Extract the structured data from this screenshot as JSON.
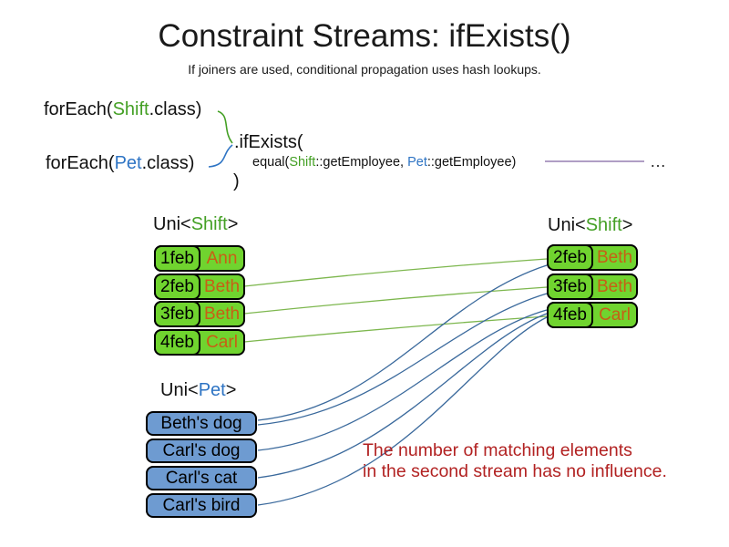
{
  "slide": {
    "title": "Constraint Streams: ifExists()",
    "subtitle": "If joiners are used, conditional propagation uses hash lookups."
  },
  "code": {
    "foreach_shift": {
      "prefix": "forEach(",
      "class_name": "Shift",
      "suffix": ".class)"
    },
    "foreach_pet": {
      "prefix": "forEach(",
      "class_name": "Pet",
      "suffix": ".class)"
    },
    "if_exists": ".ifExists(",
    "equal": {
      "prefix": "equal(",
      "arg1_class": "Shift",
      "arg1_rest": "::getEmployee, ",
      "arg2_class": "Pet",
      "arg2_rest": "::getEmployee)"
    },
    "close_paren": ")",
    "ellipsis": "…"
  },
  "left_shift_table": {
    "header": {
      "prefix": "Uni<",
      "type": "Shift",
      "suffix": ">"
    },
    "rows": [
      {
        "date": "1feb",
        "name": "Ann"
      },
      {
        "date": "2feb",
        "name": "Beth"
      },
      {
        "date": "3feb",
        "name": "Beth"
      },
      {
        "date": "4feb",
        "name": "Carl"
      }
    ]
  },
  "right_shift_table": {
    "header": {
      "prefix": "Uni<",
      "type": "Shift",
      "suffix": ">"
    },
    "rows": [
      {
        "date": "2feb",
        "name": "Beth"
      },
      {
        "date": "3feb",
        "name": "Beth"
      },
      {
        "date": "4feb",
        "name": "Carl"
      }
    ]
  },
  "pet_list": {
    "header": {
      "prefix": "Uni<",
      "type": "Pet",
      "suffix": ">"
    },
    "rows": [
      {
        "label": "Beth's dog"
      },
      {
        "label": "Carl's dog"
      },
      {
        "label": "Carl's cat"
      },
      {
        "label": "Carl's bird"
      }
    ]
  },
  "note": {
    "line1": "The number of matching elements",
    "line2": "in the second stream has no influence."
  },
  "colors": {
    "green-text": "#44A025",
    "blue-text": "#2E74C4",
    "box-green": "#70D42F",
    "box-blue": "#6E9BD1",
    "name-orange": "#C85E15",
    "line-green": "#7DB74E",
    "line-blue": "#3A699C",
    "line-purple": "#8064A2",
    "note-red": "#B22222"
  }
}
